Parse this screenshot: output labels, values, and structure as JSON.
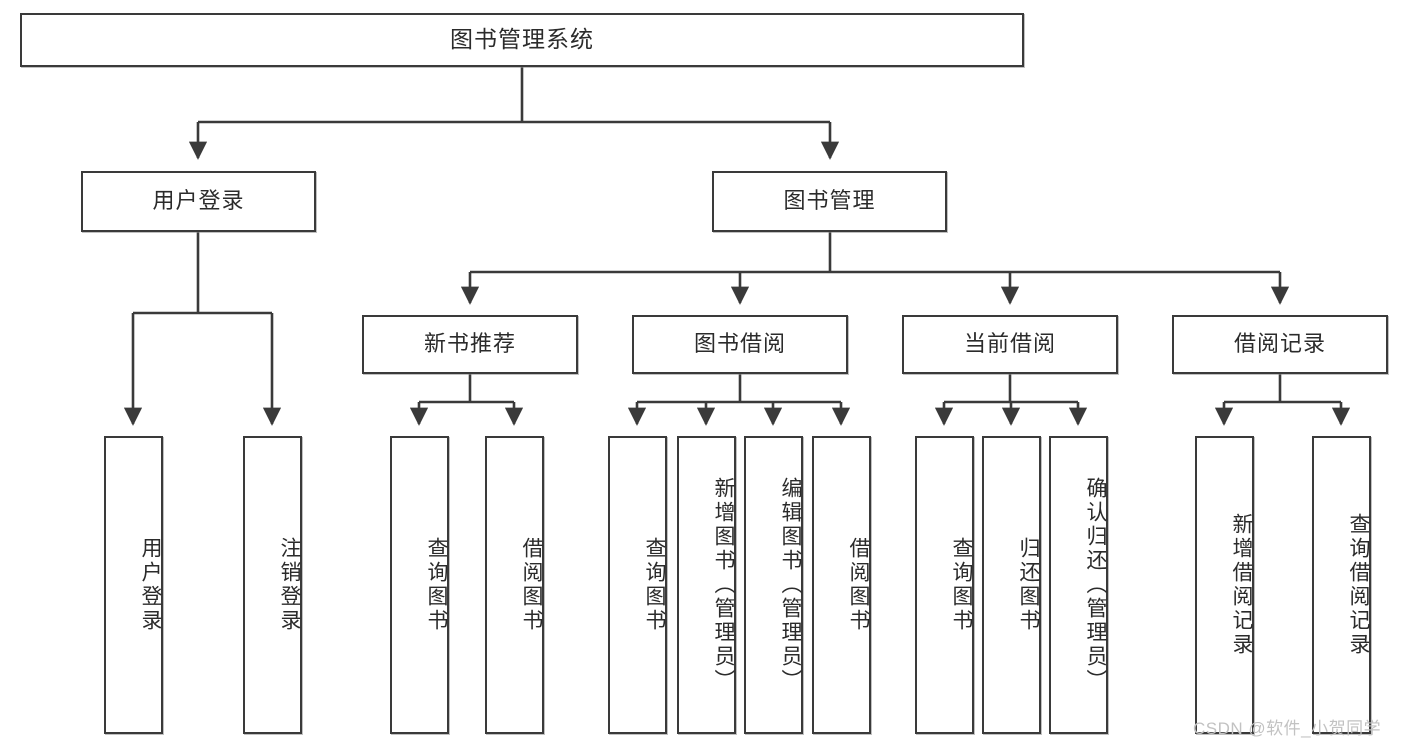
{
  "diagram": {
    "type": "tree",
    "title": "图书管理系统",
    "orientation": "top-down",
    "levels": 4,
    "colors": {
      "box_border": "#3a3a3a",
      "box_fill": "#ffffff",
      "connector": "#3a3a3a",
      "text": "#2b2b2b",
      "watermark": "#c2c2c2"
    }
  },
  "nodes": {
    "root": {
      "label": "图书管理系统"
    },
    "level1": [
      {
        "label": "用户登录"
      },
      {
        "label": "图书管理"
      }
    ],
    "level2": [
      {
        "label": "新书推荐"
      },
      {
        "label": "图书借阅"
      },
      {
        "label": "当前借阅"
      },
      {
        "label": "借阅记录"
      }
    ],
    "leaves_user_login": [
      {
        "label": "用户登录"
      },
      {
        "label": "注销登录"
      }
    ],
    "leaves_new_book": [
      {
        "label": "查询图书"
      },
      {
        "label": "借阅图书"
      }
    ],
    "leaves_borrow": [
      {
        "label": "查询图书"
      },
      {
        "label": "新增图书（管理员）"
      },
      {
        "label": "编辑图书（管理员）"
      },
      {
        "label": "借阅图书"
      }
    ],
    "leaves_current": [
      {
        "label": "查询图书"
      },
      {
        "label": "归还图书"
      },
      {
        "label": "确认归还（管理员）"
      }
    ],
    "leaves_records": [
      {
        "label": "新增借阅记录"
      },
      {
        "label": "查询借阅记录"
      }
    ]
  },
  "watermark": {
    "text": "CSDN @软件_小贺同学"
  }
}
